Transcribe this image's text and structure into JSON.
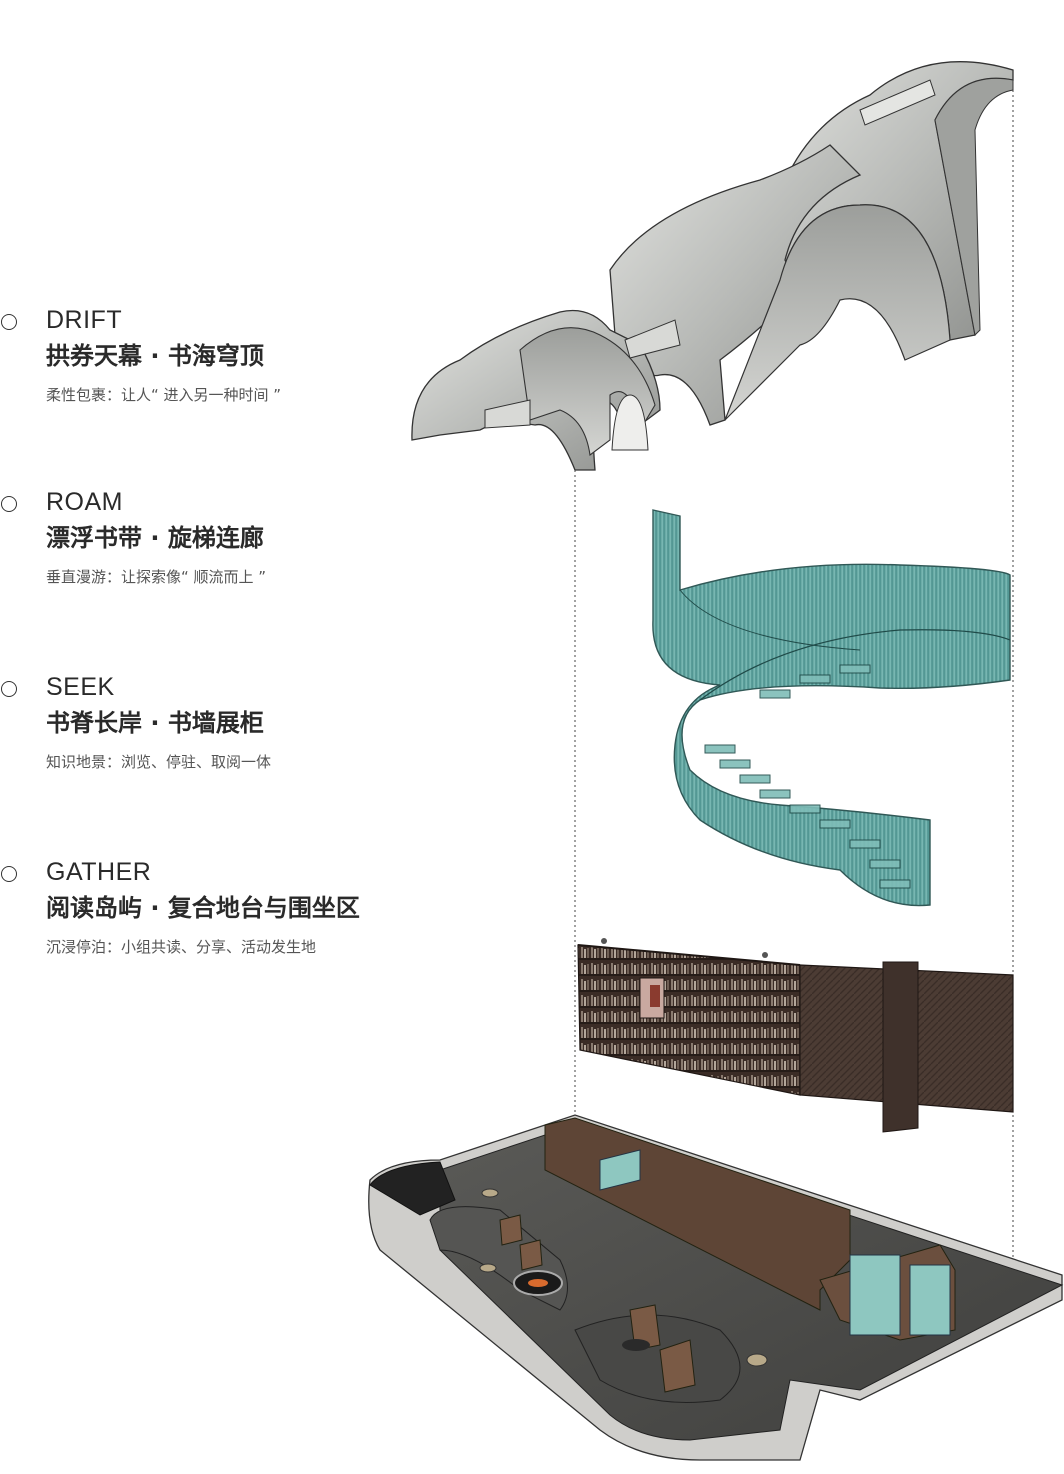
{
  "legend": [
    {
      "en": "DRIFT",
      "zh": "拱券天幕 · 书海穹顶",
      "desc": "柔性包裹：让人“ 进入另一种时间 ”"
    },
    {
      "en": "ROAM",
      "zh": "漂浮书带 · 旋梯连廊",
      "desc": "垂直漫游：让探索像“ 顺流而上 ”"
    },
    {
      "en": "SEEK",
      "zh": "书脊长岸 · 书墙展柜",
      "desc": "知识地景：浏览、停驻、取阅一体"
    },
    {
      "en": "GATHER",
      "zh": "阅读岛屿 · 复合地台与围坐区",
      "desc": "沉浸停泊：小组共读、分享、活动发生地"
    }
  ],
  "colors": {
    "text": "#2a2a2a",
    "vault": "#c9cbc8",
    "glass": "#4f9a96",
    "wood": "#4a3a32",
    "floor": "#4a4a48"
  }
}
